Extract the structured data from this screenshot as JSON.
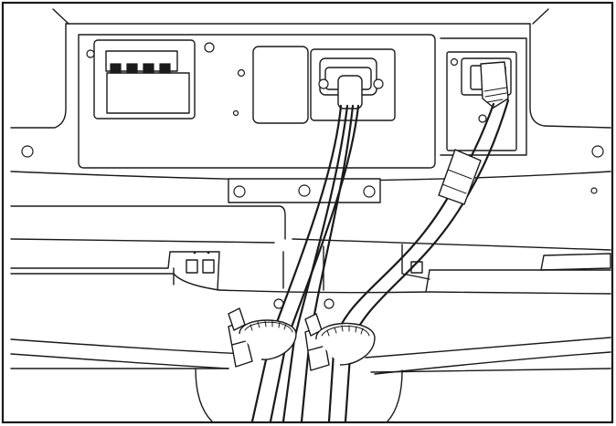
{
  "figure": {
    "subject": "rear-panel-cable-routing",
    "ports": [
      "audio-terminal-block",
      "vga-connector",
      "power-connector"
    ],
    "cable_clamps": 2,
    "colors": {
      "line": "#1a1a1a",
      "background": "#ffffff"
    }
  }
}
